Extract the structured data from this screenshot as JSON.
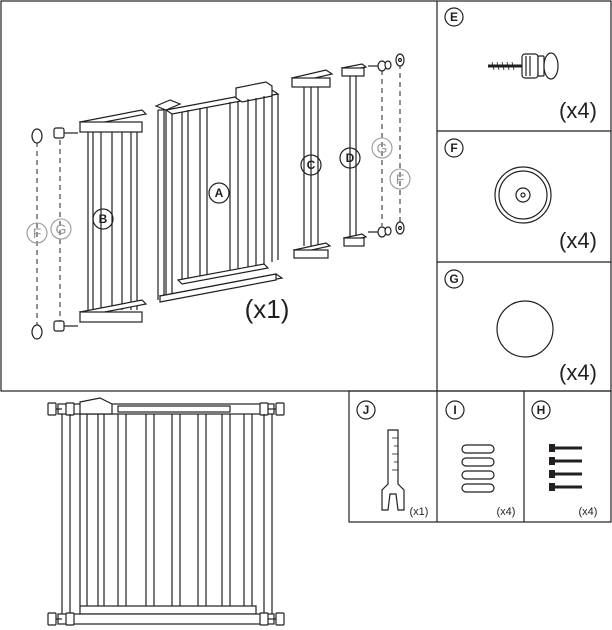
{
  "labels": {
    "a": "A",
    "b": "B",
    "c": "C",
    "d": "D",
    "e": "E",
    "f": "F",
    "g": "G",
    "h": "H",
    "i": "I",
    "j": "J"
  },
  "quantities": {
    "main": "(x1)",
    "e": "(x4)",
    "f": "(x4)",
    "g": "(x4)",
    "j": "(x1)",
    "i": "(x4)",
    "h": "(x4)"
  }
}
